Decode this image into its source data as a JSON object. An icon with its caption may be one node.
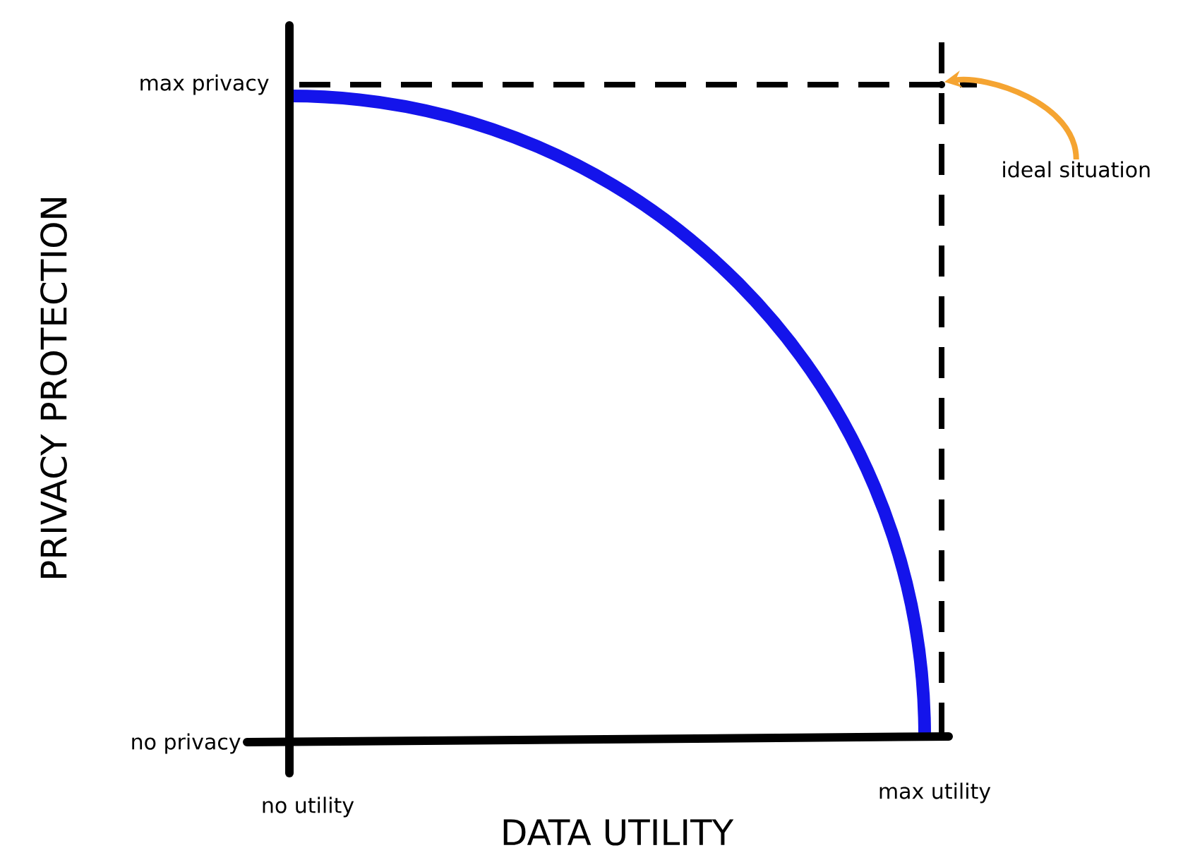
{
  "diagram": {
    "nodes": [
      {
        "text": [
          "ideal situation"
        ]
      },
      {
        "text": [],
        "shape": "point"
      }
    ],
    "edges": [
      {
        "from": 0,
        "to": 1,
        "arrow": "to",
        "color": "#f5a431"
      }
    ],
    "labels": [
      "max privacy",
      "PRIVACY PROTECTION",
      "no privacy",
      "no utility",
      "max utility",
      "DATA UTILITY"
    ]
  }
}
